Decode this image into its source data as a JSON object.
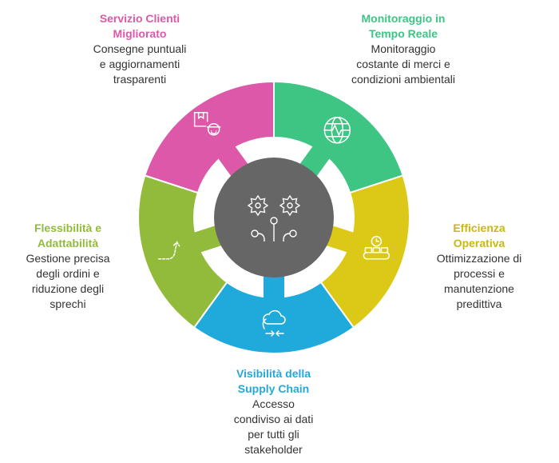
{
  "center_icon": "gears-circuit-icon",
  "segments": [
    {
      "id": "servizio",
      "title": "Servizio Clienti Migliorato",
      "body": "Consegne puntuali e aggiornamenti trasparenti",
      "color": "#dd58a8",
      "icon": "delivery-person-icon"
    },
    {
      "id": "monitoraggio",
      "title": "Monitoraggio in Tempo Reale",
      "body": "Monitoraggio costante di merci e condizioni ambientali",
      "color": "#3ec584",
      "icon": "globe-pulse-icon"
    },
    {
      "id": "efficienza",
      "title": "Efficienza Operativa",
      "body": "Ottimizzazione di processi e manutenzione predittiva",
      "color": "#dcc917",
      "icon": "conveyor-clock-icon"
    },
    {
      "id": "visibilita",
      "title": "Visibilità della Supply Chain",
      "body": "Accesso condiviso ai dati per tutti gli stakeholder",
      "color": "#20aadb",
      "icon": "cloud-sync-icon"
    },
    {
      "id": "flessibilita",
      "title": "Flessibilità e Adattabilità",
      "body": "Gestione precisa degli ordini e riduzione degli sprechi",
      "color": "#93bb3b",
      "icon": "dashed-arrow-icon"
    }
  ]
}
